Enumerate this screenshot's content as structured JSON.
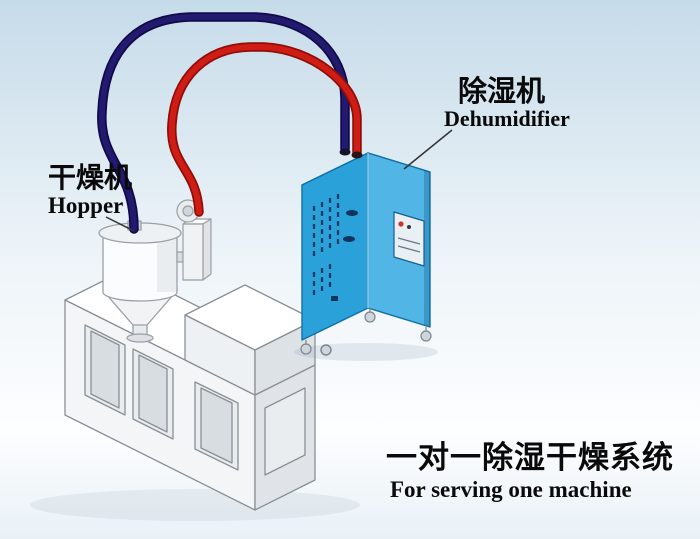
{
  "labels": {
    "hopper": {
      "zh": "干燥机",
      "en": "Hopper"
    },
    "dehumidifier": {
      "zh": "除湿机",
      "en": "Dehumidifier"
    }
  },
  "caption": {
    "zh": "一对一除湿干燥系统",
    "en": "For serving one machine"
  },
  "colors": {
    "background_top": "#c6dbe9",
    "pipe_return_navy": "#221a6e",
    "pipe_supply_red": "#cf1d15",
    "cabinet_front": "#2ba1da",
    "cabinet_side": "#51b5e6",
    "cabinet_top": "#a9d9ef",
    "machine_line": "#8a9096",
    "text": "#0a0a0a"
  },
  "parts": {
    "machine": "extruder-machine",
    "hopper": "hopper-dryer",
    "loader": "vacuum-loader",
    "cabinet": "dehumidifier-cabinet",
    "pipe_red": "supply-air-pipe",
    "pipe_navy": "return-air-pipe"
  }
}
